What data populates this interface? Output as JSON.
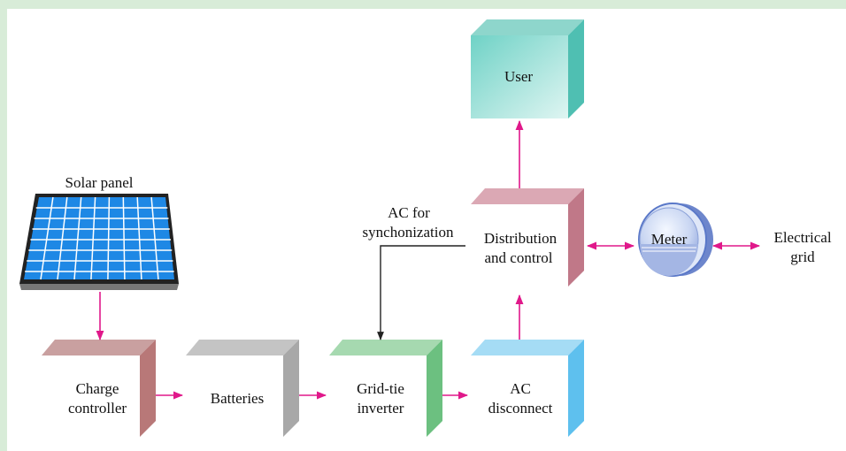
{
  "colors": {
    "frame_background": "#d8ecd8",
    "arrow": "#e0188a",
    "sync_line": "#222222",
    "solar_cell": "#1e88e5",
    "charge_controller": "#b87878",
    "batteries": "#a8a8a8",
    "grid_tie_inverter": "#6cc080",
    "ac_disconnect": "#5ec0ee",
    "distribution_control": "#c07888",
    "user": "#54c4b8",
    "meter": "#5a78c8"
  },
  "labels": {
    "solar_panel": "Solar panel",
    "charge_controller": [
      "Charge",
      "controller"
    ],
    "batteries": "Batteries",
    "grid_tie_inverter": [
      "Grid-tie",
      "inverter"
    ],
    "ac_disconnect": [
      "AC",
      "disconnect"
    ],
    "distribution_control": [
      "Distribution",
      "and control"
    ],
    "ac_sync": [
      "AC for",
      "synchonization"
    ],
    "user": "User",
    "meter": "Meter",
    "electrical_grid": [
      "Electrical",
      "grid"
    ]
  }
}
